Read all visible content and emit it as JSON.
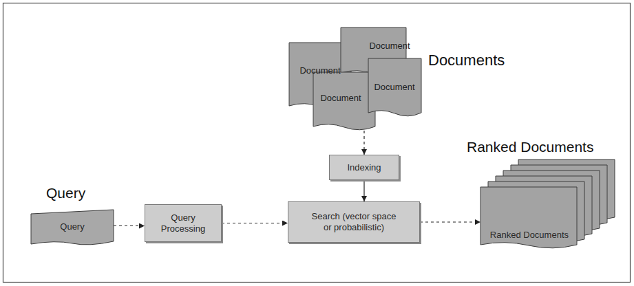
{
  "diagram": {
    "nodes": [
      {
        "text": [
          "Documents"
        ]
      },
      {
        "text": [
          "Indexing"
        ]
      },
      {
        "text": [
          "Query",
          "Query"
        ]
      },
      {
        "text": [
          "Query Processing"
        ]
      },
      {
        "text": [
          "Search (vector space or probabilistic)"
        ]
      },
      {
        "text": [
          "Ranked Documents",
          "Ranked Documents"
        ]
      }
    ],
    "edges": [
      {
        "from": 0,
        "to": 1,
        "arrow": "to"
      },
      {
        "from": 1,
        "to": 4,
        "arrow": "to"
      },
      {
        "from": 2,
        "to": 3,
        "arrow": "to"
      },
      {
        "from": 3,
        "to": 4,
        "arrow": "to"
      },
      {
        "from": 4,
        "to": 5,
        "arrow": "to"
      }
    ],
    "labels": [
      "Document",
      "Document",
      "Document",
      "Document"
    ]
  }
}
